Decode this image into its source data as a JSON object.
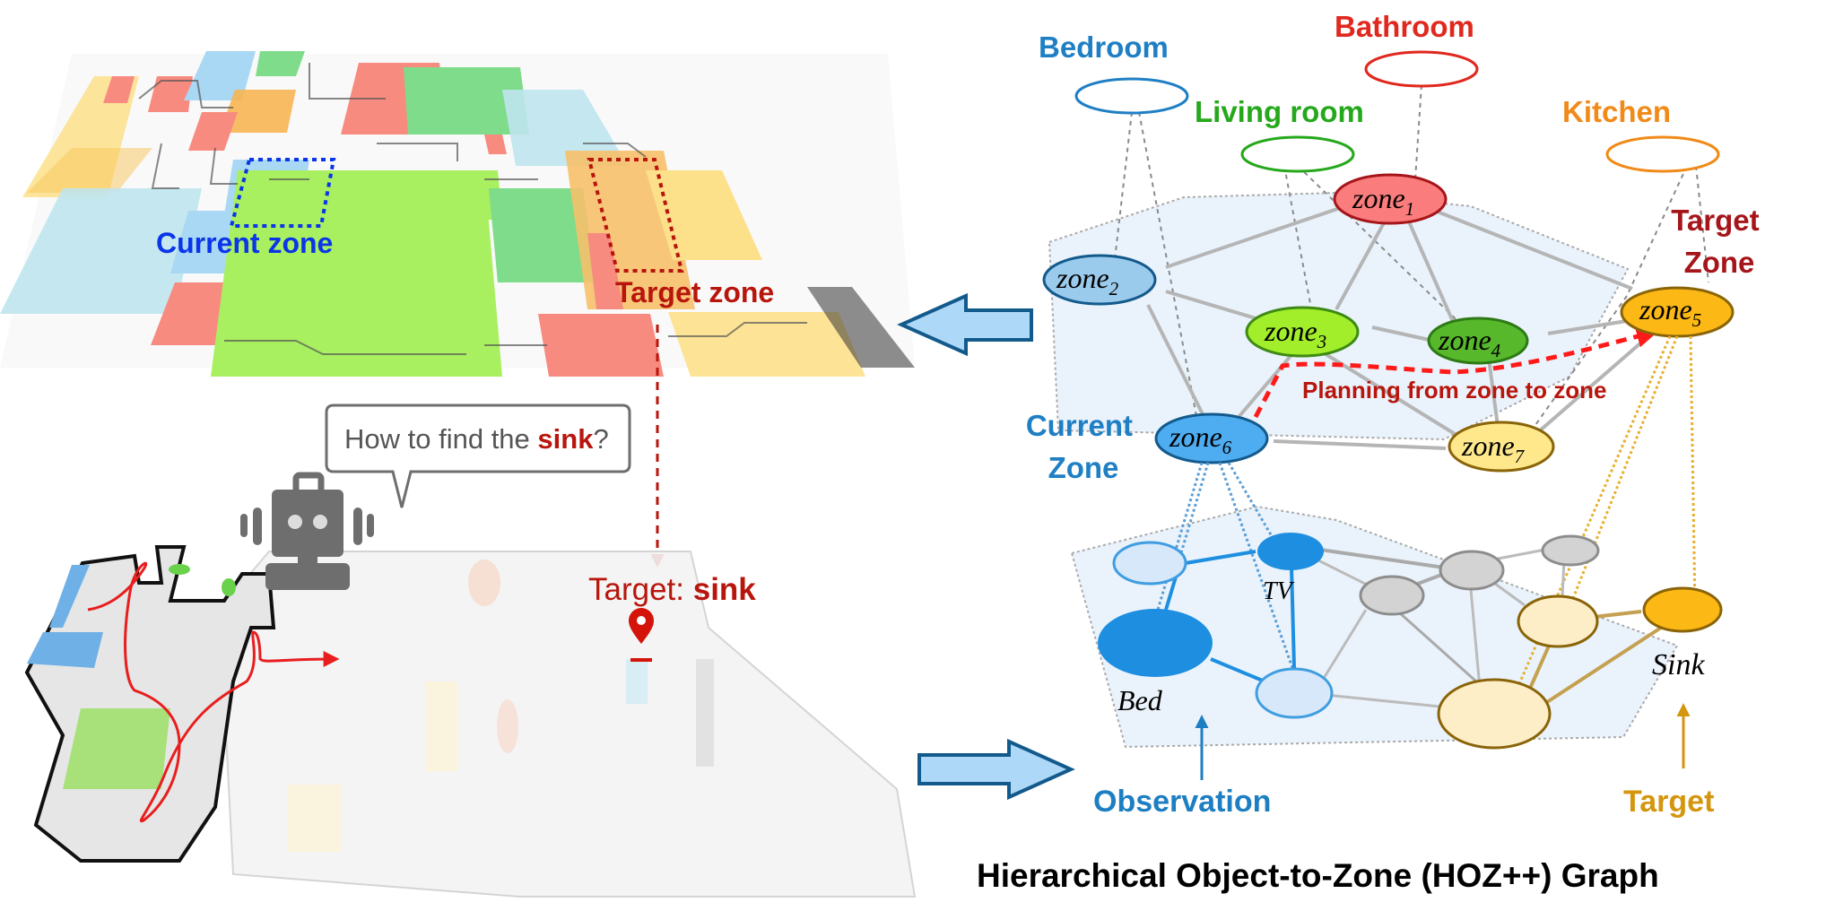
{
  "colors": {
    "bedroom": "#1f7fc4",
    "bathroom": "#e0281e",
    "living_room": "#26a81c",
    "kitchen": "#f08a18",
    "target_red": "#b8150c",
    "current_blue": "#0a35e8",
    "observation_blue": "#1e7ec2",
    "target_gold": "#d4960f",
    "arrow_fill": "#aed8f8",
    "arrow_stroke": "#135a8c",
    "robot_gray": "#6e6e6e",
    "path_red": "#e81e1e"
  },
  "map_top": {
    "current_zone_label": "Current zone",
    "target_zone_label": "Target zone"
  },
  "map_bottom": {
    "speech_bubble": {
      "prefix": "How to find the ",
      "keyword": "sink",
      "suffix": "?"
    },
    "target_label": {
      "prefix": "Target: ",
      "keyword": "sink"
    }
  },
  "graph": {
    "title": "Hierarchical Object-to-Zone (HOZ++) Graph",
    "rooms": [
      {
        "id": "bedroom",
        "label": "Bedroom"
      },
      {
        "id": "bathroom",
        "label": "Bathroom"
      },
      {
        "id": "living_room",
        "label": "Living room"
      },
      {
        "id": "kitchen",
        "label": "Kitchen"
      }
    ],
    "zones": [
      {
        "id": "zone1",
        "base": "zone",
        "sub": "1",
        "fill": "#fa7c7c",
        "stroke": "#a5151a"
      },
      {
        "id": "zone2",
        "base": "zone",
        "sub": "2",
        "fill": "#9bcbec",
        "stroke": "#135a8c"
      },
      {
        "id": "zone3",
        "base": "zone",
        "sub": "3",
        "fill": "#a2ee2a",
        "stroke": "#3e8a14"
      },
      {
        "id": "zone4",
        "base": "zone",
        "sub": "4",
        "fill": "#56b82a",
        "stroke": "#2e7a16"
      },
      {
        "id": "zone5",
        "base": "zone",
        "sub": "5",
        "fill": "#fcb814",
        "stroke": "#8a6408"
      },
      {
        "id": "zone6",
        "base": "zone",
        "sub": "6",
        "fill": "#4eacf0",
        "stroke": "#135a8c"
      },
      {
        "id": "zone7",
        "base": "zone",
        "sub": "7",
        "fill": "#ffe88c",
        "stroke": "#8a6408"
      }
    ],
    "current_zone_label": [
      "Current",
      "Zone"
    ],
    "target_zone_label": [
      "Target",
      "Zone"
    ],
    "planning_label": "Planning from zone to zone",
    "objects": [
      {
        "id": "tv",
        "label": "TV"
      },
      {
        "id": "bed",
        "label": "Bed"
      },
      {
        "id": "sink",
        "label": "Sink"
      }
    ],
    "observation_label": "Observation",
    "target_label": "Target"
  }
}
